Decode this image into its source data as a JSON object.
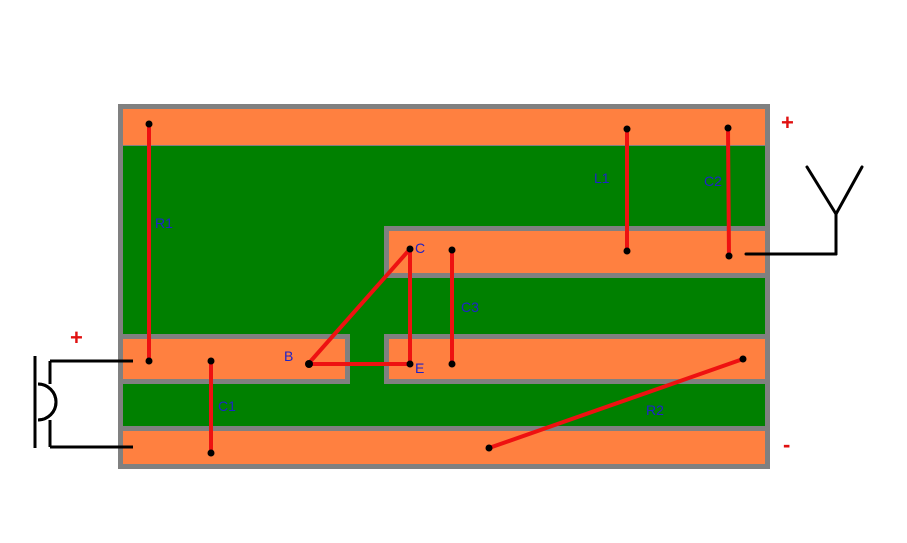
{
  "colors": {
    "substrate": "#008000",
    "frame": "#808080",
    "copper": "#ff8040",
    "component": "#ee1111",
    "label": "#1e22c8",
    "polarity": "#e01010",
    "wire": "#000000"
  },
  "labels": {
    "r1": "R1",
    "r2": "R2",
    "c1": "C1",
    "c2": "C2",
    "c3": "C3",
    "l1": "L1",
    "base": "B",
    "collector": "C",
    "emitter": "E"
  },
  "polarity": {
    "board_plus": "+",
    "board_minus": "-",
    "mic_plus": "+"
  },
  "icons": {
    "microphone": "microphone-icon",
    "antenna": "antenna-icon"
  }
}
